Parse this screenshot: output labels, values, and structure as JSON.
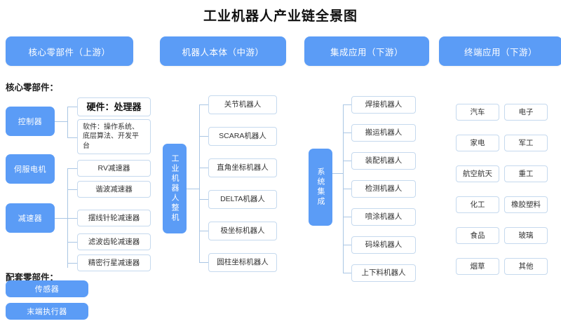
{
  "title": "工业机器人产业链全景图",
  "header_pills": [
    {
      "label": "核心零部件（上游）"
    },
    {
      "label": "机器人本体（中游）"
    },
    {
      "label": "集成应用（下游）"
    },
    {
      "label": "终端应用（下游）"
    }
  ],
  "column1": {
    "caption_core": "核心零部件：",
    "caption_support": "配套零部件：",
    "nodes": [
      {
        "label": "控制器"
      },
      {
        "label": "伺服电机"
      },
      {
        "label": "减速器"
      }
    ],
    "controller_children": [
      {
        "label": "硬件：处理器"
      },
      {
        "label": "软件：操作系统、底层算法、开发平台"
      }
    ],
    "reducer_children": [
      {
        "label": "RV减速器"
      },
      {
        "label": "谐波减速器"
      },
      {
        "label": "摆线针轮减速器"
      },
      {
        "label": "滤波齿轮减速器"
      },
      {
        "label": "精密行星减速器"
      }
    ],
    "support_nodes": [
      {
        "label": "传感器"
      },
      {
        "label": "末端执行器"
      }
    ]
  },
  "column2": {
    "spine_label": "工业机器人整机",
    "children": [
      {
        "label": "关节机器人"
      },
      {
        "label": "SCARA机器人"
      },
      {
        "label": "直角坐标机器人"
      },
      {
        "label": "DELTA机器人"
      },
      {
        "label": "极坐标机器人"
      },
      {
        "label": "圆柱坐标机器人"
      }
    ]
  },
  "column3": {
    "spine_label": "系统集成",
    "children": [
      {
        "label": "焊接机器人"
      },
      {
        "label": "搬运机器人"
      },
      {
        "label": "装配机器人"
      },
      {
        "label": "检测机器人"
      },
      {
        "label": "喷涂机器人"
      },
      {
        "label": "码垛机器人"
      },
      {
        "label": "上下料机器人"
      }
    ]
  },
  "column4": {
    "items": [
      {
        "label": "汽车"
      },
      {
        "label": "电子"
      },
      {
        "label": "家电"
      },
      {
        "label": "军工"
      },
      {
        "label": "航空航天"
      },
      {
        "label": "重工"
      },
      {
        "label": "化工"
      },
      {
        "label": "橡胶塑料"
      },
      {
        "label": "食品"
      },
      {
        "label": "玻璃"
      },
      {
        "label": "烟草"
      },
      {
        "label": "其他"
      }
    ]
  },
  "colors": {
    "accent_blue": "#5B9CF6",
    "leaf_border": "#c5d9ee",
    "connector": "#aac6e4",
    "background": "#ffffff"
  }
}
